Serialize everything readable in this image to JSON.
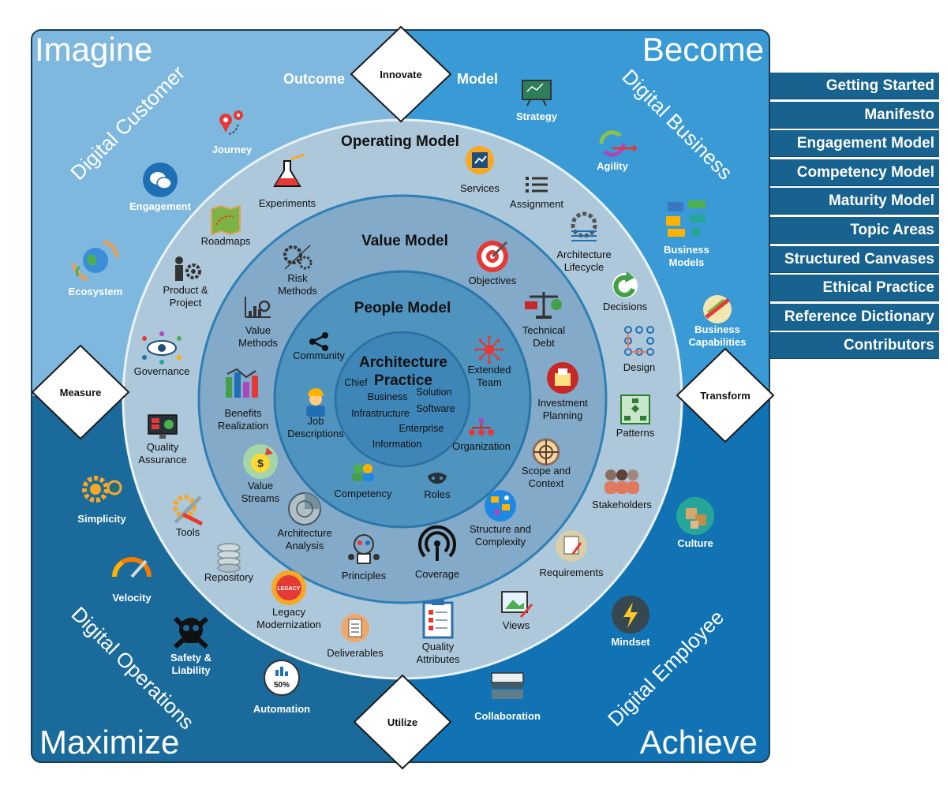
{
  "colors": {
    "quadrant_top_left": "#7eb8df",
    "quadrant_top_right": "#3a9ad6",
    "quadrant_bottom_left": "#1a6a9c",
    "quadrant_bottom_right": "#1173b3",
    "ring_operating": "#adc8da",
    "ring_value": "#83aac8",
    "ring_people": "#4f93bf",
    "ring_core": "#3e86b8",
    "sidebar_bg": "#18628f"
  },
  "quadrants": {
    "top_left": {
      "title": "Imagine",
      "subtitle": "Digital Customer",
      "edge_label": "Outcome"
    },
    "top_right": {
      "title": "Become",
      "subtitle": "Digital Business",
      "edge_label": "Model"
    },
    "bottom_left": {
      "title": "Maximize",
      "subtitle": "Digital Operations"
    },
    "bottom_right": {
      "title": "Achieve",
      "subtitle": "Digital Employee"
    }
  },
  "diamonds": {
    "top": "Innovate",
    "left": "Measure",
    "right": "Transform",
    "bottom": "Utilize"
  },
  "rings": {
    "operating": "Operating Model",
    "value": "Value Model",
    "people": "People Model",
    "core_line1": "Architecture",
    "core_line2": "Practice"
  },
  "core_terms": [
    "Chief",
    "Business",
    "Solution",
    "Infrastructure",
    "Software",
    "Enterprise",
    "Information"
  ],
  "outer_items": [
    {
      "label": "Journey",
      "icon": "map-pin-icon"
    },
    {
      "label": "Engagement",
      "icon": "chat-bubble-icon"
    },
    {
      "label": "Ecosystem",
      "icon": "globe-hands-icon"
    },
    {
      "label": "Strategy",
      "icon": "strategy-board-icon"
    },
    {
      "label": "Agility",
      "icon": "cycle-arrows-icon"
    },
    {
      "label": "Business\nModels",
      "icon": "blocks-icon"
    },
    {
      "label": "Business\nCapabilities",
      "icon": "pencil-circle-icon"
    },
    {
      "label": "Simplicity",
      "icon": "gears-icon"
    },
    {
      "label": "Velocity",
      "icon": "speedometer-icon"
    },
    {
      "label": "Safety &\nLiability",
      "icon": "skull-icon"
    },
    {
      "label": "Automation",
      "icon": "percent-chart-icon"
    },
    {
      "label": "Collaboration",
      "icon": "people-group-icon"
    },
    {
      "label": "Culture",
      "icon": "puzzle-hands-icon"
    },
    {
      "label": "Mindset",
      "icon": "lightning-icon"
    }
  ],
  "operating_items": [
    {
      "label": "Experiments",
      "icon": "flask-icon"
    },
    {
      "label": "Roadmaps",
      "icon": "map-icon"
    },
    {
      "label": "Product &\nProject",
      "icon": "person-gear-icon"
    },
    {
      "label": "Governance",
      "icon": "eye-network-icon"
    },
    {
      "label": "Quality\nAssurance",
      "icon": "monitor-check-icon"
    },
    {
      "label": "Tools",
      "icon": "wrench-gear-icon"
    },
    {
      "label": "Repository",
      "icon": "database-icon"
    },
    {
      "label": "Legacy\nModernization",
      "icon": "legacy-badge-icon"
    },
    {
      "label": "Deliverables",
      "icon": "document-icon"
    },
    {
      "label": "Quality\nAttributes",
      "icon": "clipboard-icon"
    },
    {
      "label": "Views",
      "icon": "image-edit-icon"
    },
    {
      "label": "Requirements",
      "icon": "certificate-icon"
    },
    {
      "label": "Stakeholders",
      "icon": "people-icon"
    },
    {
      "label": "Patterns",
      "icon": "flowchart-icon"
    },
    {
      "label": "Design",
      "icon": "grid-nodes-icon"
    },
    {
      "label": "Decisions",
      "icon": "green-arrow-icon"
    },
    {
      "label": "Architecture\nLifecycle",
      "icon": "gear-lines-icon"
    },
    {
      "label": "Assignment",
      "icon": "list-icon"
    },
    {
      "label": "Services",
      "icon": "service-badge-icon"
    }
  ],
  "value_items": [
    {
      "label": "Risk\nMethods",
      "icon": "risk-gears-icon"
    },
    {
      "label": "Value\nMethods",
      "icon": "chart-search-icon"
    },
    {
      "label": "Benefits\nRealization",
      "icon": "bar-chart-icon"
    },
    {
      "label": "Value\nStreams",
      "icon": "dollar-icon"
    },
    {
      "label": "Architecture\nAnalysis",
      "icon": "pie-chart-icon"
    },
    {
      "label": "Principles",
      "icon": "principles-icon"
    },
    {
      "label": "Coverage",
      "icon": "signal-icon"
    },
    {
      "label": "Structure and\nComplexity",
      "icon": "structure-icon"
    },
    {
      "label": "Scope and\nContext",
      "icon": "crosshair-icon"
    },
    {
      "label": "Investment\nPlanning",
      "icon": "investment-icon"
    },
    {
      "label": "Technical\nDebt",
      "icon": "scale-icon"
    },
    {
      "label": "Objectives",
      "icon": "target-icon"
    }
  ],
  "people_items": [
    {
      "label": "Community",
      "icon": "share-icon"
    },
    {
      "label": "Job\nDescriptions",
      "icon": "worker-icon"
    },
    {
      "label": "Competency",
      "icon": "users-icon"
    },
    {
      "label": "Roles",
      "icon": "mask-icon"
    },
    {
      "label": "Organization",
      "icon": "org-chart-icon"
    },
    {
      "label": "Extended\nTeam",
      "icon": "network-star-icon"
    }
  ],
  "sidebar": [
    "Getting Started",
    "Manifesto",
    "Engagement Model",
    "Competency Model",
    "Maturity Model",
    "Topic Areas",
    "Structured Canvases",
    "Ethical Practice",
    "Reference Dictionary",
    "Contributors"
  ]
}
